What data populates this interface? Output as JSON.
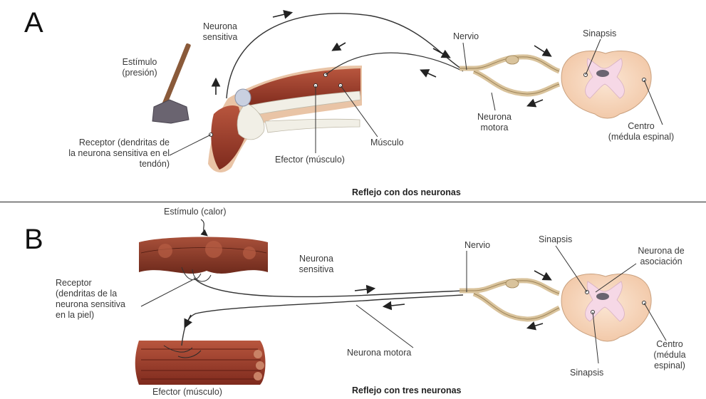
{
  "panel_a": {
    "letter": "A",
    "stimulus": [
      "Estímulo",
      "(presión)"
    ],
    "sensory_neuron": [
      "Neurona",
      "sensitiva"
    ],
    "receptor": [
      "Receptor (dendritas de",
      "la neurona sensitiva en el",
      "tendón)"
    ],
    "effector": "Efector (músculo)",
    "muscle": "Músculo",
    "nerve": "Nervio",
    "synapse": "Sinapsis",
    "motor_neuron": [
      "Neurona",
      "motora"
    ],
    "center": [
      "Centro",
      "(médula espinal)"
    ],
    "caption": "Reflejo con dos neuronas"
  },
  "panel_b": {
    "letter": "B",
    "stimulus": "Estímulo (calor)",
    "sensory_neuron": [
      "Neurona",
      "sensitiva"
    ],
    "receptor": [
      "Receptor",
      "(dendritas de la",
      "neurona sensitiva",
      "en la piel)"
    ],
    "effector": "Efector (músculo)",
    "nerve": "Nervio",
    "synapse_top": "Sinapsis",
    "association_neuron": [
      "Neurona de",
      "asociación"
    ],
    "motor_neuron": "Neurona motora",
    "synapse_bottom": "Sinapsis",
    "center": [
      "Centro",
      "(médula",
      "espinal)"
    ],
    "caption": "Reflejo con tres neuronas"
  }
}
